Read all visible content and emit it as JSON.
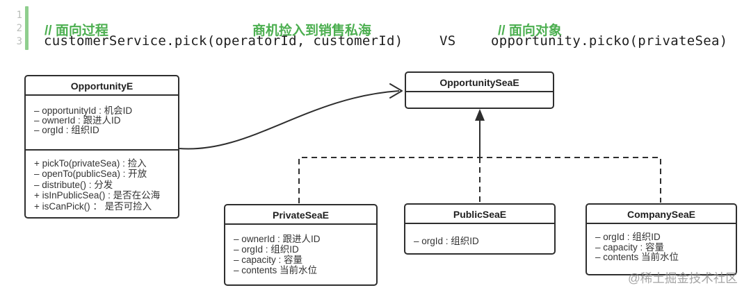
{
  "code_header": {
    "line_numbers": [
      "1",
      "2",
      "3"
    ],
    "comment_left": "// 面向过程",
    "comment_center": "商机捡入到销售私海",
    "comment_right": "// 面向对象",
    "code_left": "customerService.pick(operatorId, customerId)",
    "vs_label": "VS",
    "code_right": "opportunity.picko(privateSea)"
  },
  "colors": {
    "comment_green": "#4caf50",
    "gutter_bar_green": "#8fce8e",
    "line_number_gray": "#b9bdb9",
    "code_text": "#1e1e1e",
    "box_border": "#2e2e2e",
    "box_text": "#333333",
    "watermark_gray": "#8a8a8a"
  },
  "classes": {
    "opportunity_e": {
      "name": "OpportunityE",
      "attributes": [
        "– opportunityId : 机会ID",
        "– ownerId : 跟进人ID",
        "– orgId : 组织ID"
      ],
      "methods": [
        "+ pickTo(privateSea) : 捡入",
        "– openTo(publicSea) : 开放",
        "– distribute() : 分发",
        "+ isInPublicSea() : 是否在公海",
        "+ isCanPick() ： 是否可捡入"
      ]
    },
    "opportunity_sea_e": {
      "name": "OpportunitySeaE"
    },
    "private_sea_e": {
      "name": "PrivateSeaE",
      "attributes": [
        "– ownerId : 跟进人ID",
        "– orgId : 组织ID",
        "– capacity : 容量",
        "– contents 当前水位"
      ]
    },
    "public_sea_e": {
      "name": "PublicSeaE",
      "attributes": [
        "– orgId : 组织ID"
      ]
    },
    "company_sea_e": {
      "name": "CompanySeaE",
      "attributes": [
        "– orgId : 组织ID",
        "– capacity : 容量",
        "– contents 当前水位"
      ]
    }
  },
  "watermark": "@稀土掘金技术社区"
}
